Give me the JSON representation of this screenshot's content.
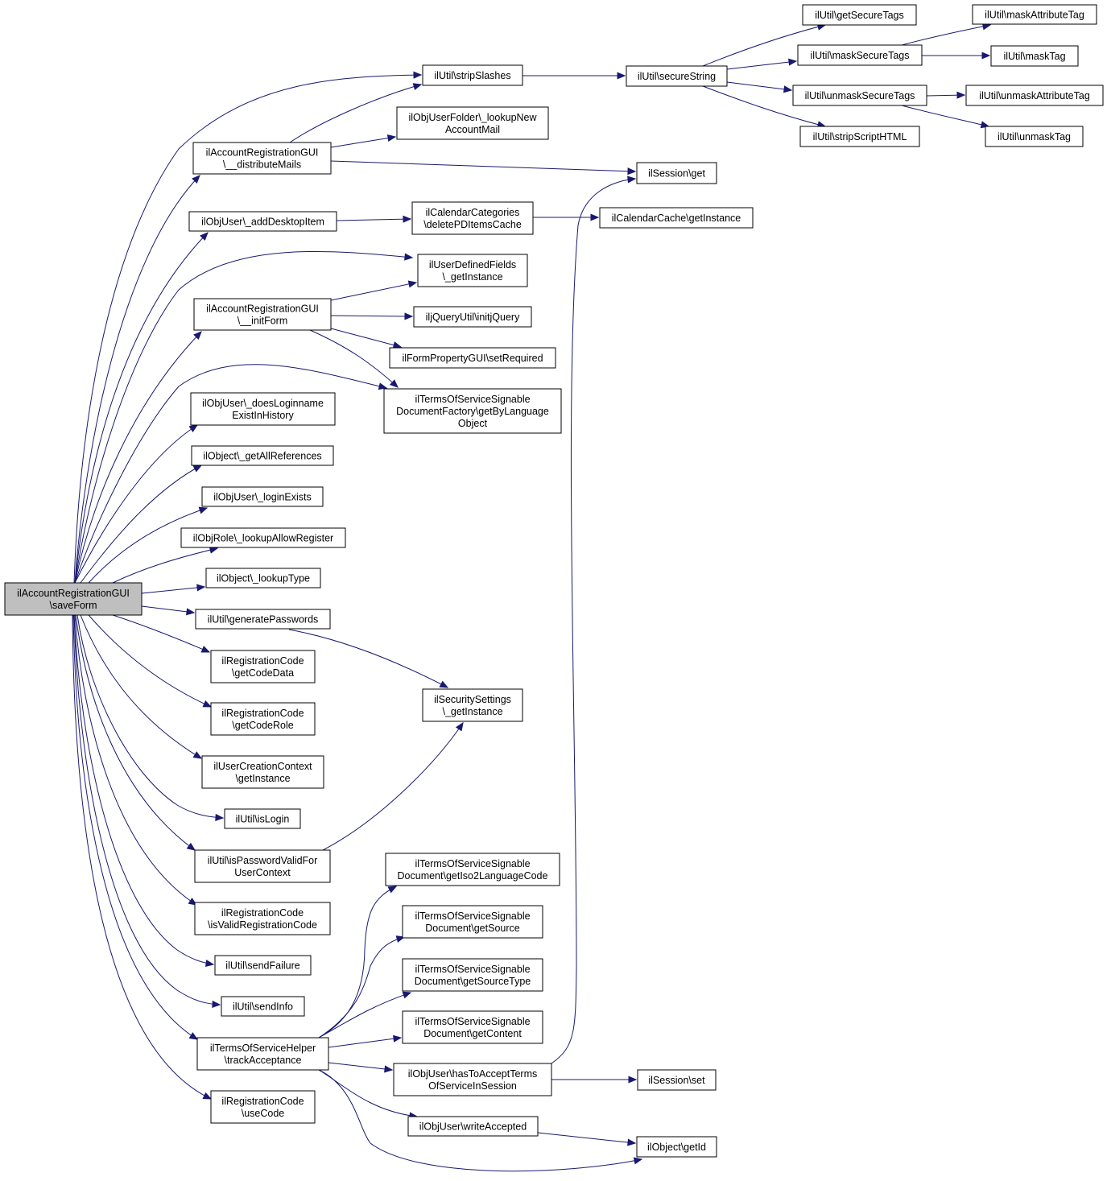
{
  "nodes": [
    {
      "id": "root",
      "lines": [
        "ilAccountRegistrationGUI",
        "\\saveForm"
      ],
      "root": true
    },
    {
      "id": "distributeMails",
      "lines": [
        "ilAccountRegistrationGUI",
        "\\__distributeMails"
      ]
    },
    {
      "id": "addDesktopItem",
      "lines": [
        "ilObjUser\\_addDesktopItem"
      ]
    },
    {
      "id": "initForm",
      "lines": [
        "ilAccountRegistrationGUI",
        "\\__initForm"
      ]
    },
    {
      "id": "doesLoginname",
      "lines": [
        "ilObjUser\\_doesLoginname",
        "ExistInHistory"
      ]
    },
    {
      "id": "getAllReferences",
      "lines": [
        "ilObject\\_getAllReferences"
      ]
    },
    {
      "id": "loginExists",
      "lines": [
        "ilObjUser\\_loginExists"
      ]
    },
    {
      "id": "lookupAllowRegister",
      "lines": [
        "ilObjRole\\_lookupAllowRegister"
      ]
    },
    {
      "id": "lookupType",
      "lines": [
        "ilObject\\_lookupType"
      ]
    },
    {
      "id": "generatePasswords",
      "lines": [
        "ilUtil\\generatePasswords"
      ]
    },
    {
      "id": "getCodeData",
      "lines": [
        "ilRegistrationCode",
        "\\getCodeData"
      ]
    },
    {
      "id": "getCodeRole",
      "lines": [
        "ilRegistrationCode",
        "\\getCodeRole"
      ]
    },
    {
      "id": "userCreationCtx",
      "lines": [
        "ilUserCreationContext",
        "\\getInstance"
      ]
    },
    {
      "id": "isLogin",
      "lines": [
        "ilUtil\\isLogin"
      ]
    },
    {
      "id": "isPasswordValid",
      "lines": [
        "ilUtil\\isPasswordValidFor",
        "UserContext"
      ]
    },
    {
      "id": "isValidRegCode",
      "lines": [
        "ilRegistrationCode",
        "\\isValidRegistrationCode"
      ]
    },
    {
      "id": "sendFailure",
      "lines": [
        "ilUtil\\sendFailure"
      ]
    },
    {
      "id": "sendInfo",
      "lines": [
        "ilUtil\\sendInfo"
      ]
    },
    {
      "id": "trackAcceptance",
      "lines": [
        "ilTermsOfServiceHelper",
        "\\trackAcceptance"
      ]
    },
    {
      "id": "useCode",
      "lines": [
        "ilRegistrationCode",
        "\\useCode"
      ]
    },
    {
      "id": "stripSlashes",
      "lines": [
        "ilUtil\\stripSlashes"
      ]
    },
    {
      "id": "lookupNewAccountMail",
      "lines": [
        "ilObjUserFolder\\_lookupNew",
        "AccountMail"
      ]
    },
    {
      "id": "deletePDItemsCache",
      "lines": [
        "ilCalendarCategories",
        "\\deletePDItemsCache"
      ]
    },
    {
      "id": "userDefinedFields",
      "lines": [
        "ilUserDefinedFields",
        "\\_getInstance"
      ]
    },
    {
      "id": "initjQuery",
      "lines": [
        "iljQueryUtil\\initjQuery"
      ]
    },
    {
      "id": "setRequired",
      "lines": [
        "ilFormPropertyGUI\\setRequired"
      ]
    },
    {
      "id": "getByLanguage",
      "lines": [
        "ilTermsOfServiceSignable",
        "DocumentFactory\\getByLanguage",
        "Object"
      ]
    },
    {
      "id": "securitySettings",
      "lines": [
        "ilSecuritySettings",
        "\\_getInstance"
      ]
    },
    {
      "id": "getIso2",
      "lines": [
        "ilTermsOfServiceSignable",
        "Document\\getIso2LanguageCode"
      ]
    },
    {
      "id": "getSource",
      "lines": [
        "ilTermsOfServiceSignable",
        "Document\\getSource"
      ]
    },
    {
      "id": "getSourceType",
      "lines": [
        "ilTermsOfServiceSignable",
        "Document\\getSourceType"
      ]
    },
    {
      "id": "getContent",
      "lines": [
        "ilTermsOfServiceSignable",
        "Document\\getContent"
      ]
    },
    {
      "id": "hasToAccept",
      "lines": [
        "ilObjUser\\hasToAcceptTerms",
        "OfServiceInSession"
      ]
    },
    {
      "id": "writeAccepted",
      "lines": [
        "ilObjUser\\writeAccepted"
      ]
    },
    {
      "id": "secureString",
      "lines": [
        "ilUtil\\secureString"
      ]
    },
    {
      "id": "sessionGet",
      "lines": [
        "ilSession\\get"
      ]
    },
    {
      "id": "calendarCache",
      "lines": [
        "ilCalendarCache\\getInstance"
      ]
    },
    {
      "id": "sessionSet",
      "lines": [
        "ilSession\\set"
      ]
    },
    {
      "id": "objectGetId",
      "lines": [
        "ilObject\\getId"
      ]
    },
    {
      "id": "getSecureTags",
      "lines": [
        "ilUtil\\getSecureTags"
      ]
    },
    {
      "id": "maskSecureTags",
      "lines": [
        "ilUtil\\maskSecureTags"
      ]
    },
    {
      "id": "unmaskSecureTags",
      "lines": [
        "ilUtil\\unmaskSecureTags"
      ]
    },
    {
      "id": "stripScriptHTML",
      "lines": [
        "ilUtil\\stripScriptHTML"
      ]
    },
    {
      "id": "maskAttributeTag",
      "lines": [
        "ilUtil\\maskAttributeTag"
      ]
    },
    {
      "id": "maskTag",
      "lines": [
        "ilUtil\\maskTag"
      ]
    },
    {
      "id": "unmaskAttributeTag",
      "lines": [
        "ilUtil\\unmaskAttributeTag"
      ]
    },
    {
      "id": "unmaskTag",
      "lines": [
        "ilUtil\\unmaskTag"
      ]
    }
  ],
  "edges": [
    [
      "root",
      "distributeMails"
    ],
    [
      "root",
      "addDesktopItem"
    ],
    [
      "root",
      "userDefinedFields"
    ],
    [
      "root",
      "initForm"
    ],
    [
      "root",
      "getByLanguage"
    ],
    [
      "root",
      "doesLoginname"
    ],
    [
      "root",
      "getAllReferences"
    ],
    [
      "root",
      "loginExists"
    ],
    [
      "root",
      "lookupAllowRegister"
    ],
    [
      "root",
      "lookupType"
    ],
    [
      "root",
      "generatePasswords"
    ],
    [
      "root",
      "getCodeData"
    ],
    [
      "root",
      "getCodeRole"
    ],
    [
      "root",
      "userCreationCtx"
    ],
    [
      "root",
      "isLogin"
    ],
    [
      "root",
      "isPasswordValid"
    ],
    [
      "root",
      "isValidRegCode"
    ],
    [
      "root",
      "sendFailure"
    ],
    [
      "root",
      "sendInfo"
    ],
    [
      "root",
      "trackAcceptance"
    ],
    [
      "root",
      "useCode"
    ],
    [
      "root",
      "stripSlashes"
    ],
    [
      "distributeMails",
      "stripSlashes"
    ],
    [
      "distributeMails",
      "lookupNewAccountMail"
    ],
    [
      "distributeMails",
      "sessionGet"
    ],
    [
      "addDesktopItem",
      "deletePDItemsCache"
    ],
    [
      "deletePDItemsCache",
      "calendarCache"
    ],
    [
      "initForm",
      "userDefinedFields"
    ],
    [
      "initForm",
      "initjQuery"
    ],
    [
      "initForm",
      "setRequired"
    ],
    [
      "initForm",
      "getByLanguage"
    ],
    [
      "generatePasswords",
      "securitySettings"
    ],
    [
      "isPasswordValid",
      "securitySettings"
    ],
    [
      "trackAcceptance",
      "getIso2"
    ],
    [
      "trackAcceptance",
      "getSource"
    ],
    [
      "trackAcceptance",
      "getSourceType"
    ],
    [
      "trackAcceptance",
      "getContent"
    ],
    [
      "trackAcceptance",
      "hasToAccept"
    ],
    [
      "trackAcceptance",
      "writeAccepted"
    ],
    [
      "trackAcceptance",
      "objectGetId"
    ],
    [
      "hasToAccept",
      "sessionGet"
    ],
    [
      "hasToAccept",
      "sessionSet"
    ],
    [
      "writeAccepted",
      "objectGetId"
    ],
    [
      "stripSlashes",
      "secureString"
    ],
    [
      "secureString",
      "getSecureTags"
    ],
    [
      "secureString",
      "maskSecureTags"
    ],
    [
      "secureString",
      "unmaskSecureTags"
    ],
    [
      "secureString",
      "stripScriptHTML"
    ],
    [
      "maskSecureTags",
      "maskAttributeTag"
    ],
    [
      "maskSecureTags",
      "maskTag"
    ],
    [
      "unmaskSecureTags",
      "unmaskAttributeTag"
    ],
    [
      "unmaskSecureTags",
      "unmaskTag"
    ]
  ]
}
